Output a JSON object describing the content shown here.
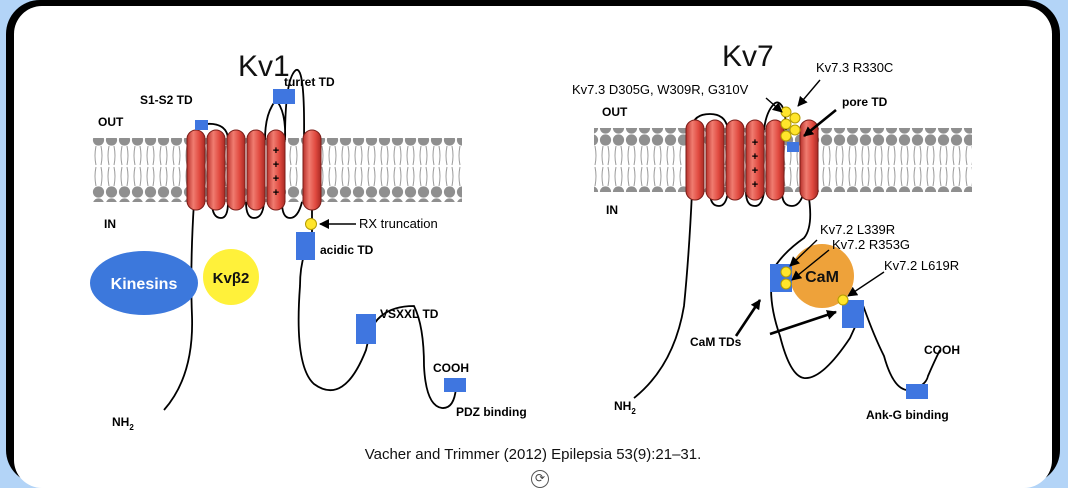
{
  "kv1": {
    "title": "Kv1",
    "out_label": "OUT",
    "in_label": "IN",
    "s1s2_td": "S1-S2 TD",
    "turret_td": "turret TD",
    "rx_truncation": "RX truncation",
    "acidic_td": "acidic TD",
    "vsxxl_td": "VSXXL TD",
    "cooh": "COOH",
    "pdz_binding": "PDZ binding",
    "nh2": "NH",
    "nh2_sub": "2",
    "kinesins": "Kinesins",
    "kvb2": "Kvβ2"
  },
  "kv7": {
    "title": "Kv7",
    "out_label": "OUT",
    "in_label": "IN",
    "mut_d305": "Kv7.3 D305G, W309R, G310V",
    "mut_r330c": "Kv7.3 R330C",
    "pore_td": "pore TD",
    "mut_l339r": "Kv7.2 L339R",
    "mut_r353g": "Kv7.2 R353G",
    "mut_l619r": "Kv7.2 L619R",
    "cam": "CaM",
    "cam_tds": "CaM TDs",
    "cooh": "COOH",
    "nh2": "NH",
    "nh2_sub": "2",
    "ankg_binding": "Ank-G binding"
  },
  "citation": "Vacher and Trimmer (2012) Epilepsia 53(9):21–31.",
  "reload_icon": "⟳",
  "colors": {
    "helix": "#e05248",
    "domain": "#3f76e0",
    "mutation": "#ffe52b",
    "kinesins": "#3c78dc",
    "kvb2": "#fff13a",
    "cam": "#eea23a",
    "background": "#b3d4f7"
  }
}
